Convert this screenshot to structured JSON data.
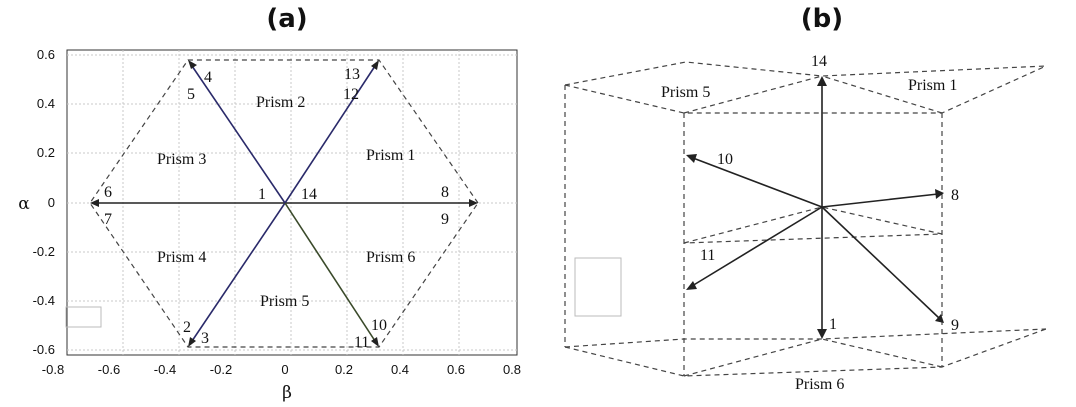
{
  "panel_a": {
    "label": "(a)",
    "xlabel": "β",
    "ylabel": "α",
    "x_ticks": [
      "-0.8",
      "-0.6",
      "-0.4",
      "-0.2",
      "0",
      "0.2",
      "0.4",
      "0.6",
      "0.8"
    ],
    "y_ticks": [
      "0.6",
      "0.4",
      "0.2",
      "0",
      "-0.2",
      "-0.4",
      "-0.6"
    ],
    "regions": [
      "Prism 1",
      "Prism 2",
      "Prism 3",
      "Prism 4",
      "Prism 5",
      "Prism 6"
    ],
    "vector_labels": [
      "1",
      "2",
      "3",
      "4",
      "5",
      "6",
      "7",
      "8",
      "9",
      "10",
      "11",
      "12",
      "13",
      "14"
    ]
  },
  "panel_b": {
    "label": "(b)",
    "regions": [
      "Prism 1",
      "Prism 5",
      "Prism 6"
    ],
    "vector_labels": [
      "14",
      "10",
      "8",
      "11",
      "1",
      "9"
    ]
  },
  "colors": {
    "vector_dark": "#222222",
    "vector_blue": "#2a2a6a",
    "grid": "#c8c8c8",
    "dashed": "#444444"
  }
}
